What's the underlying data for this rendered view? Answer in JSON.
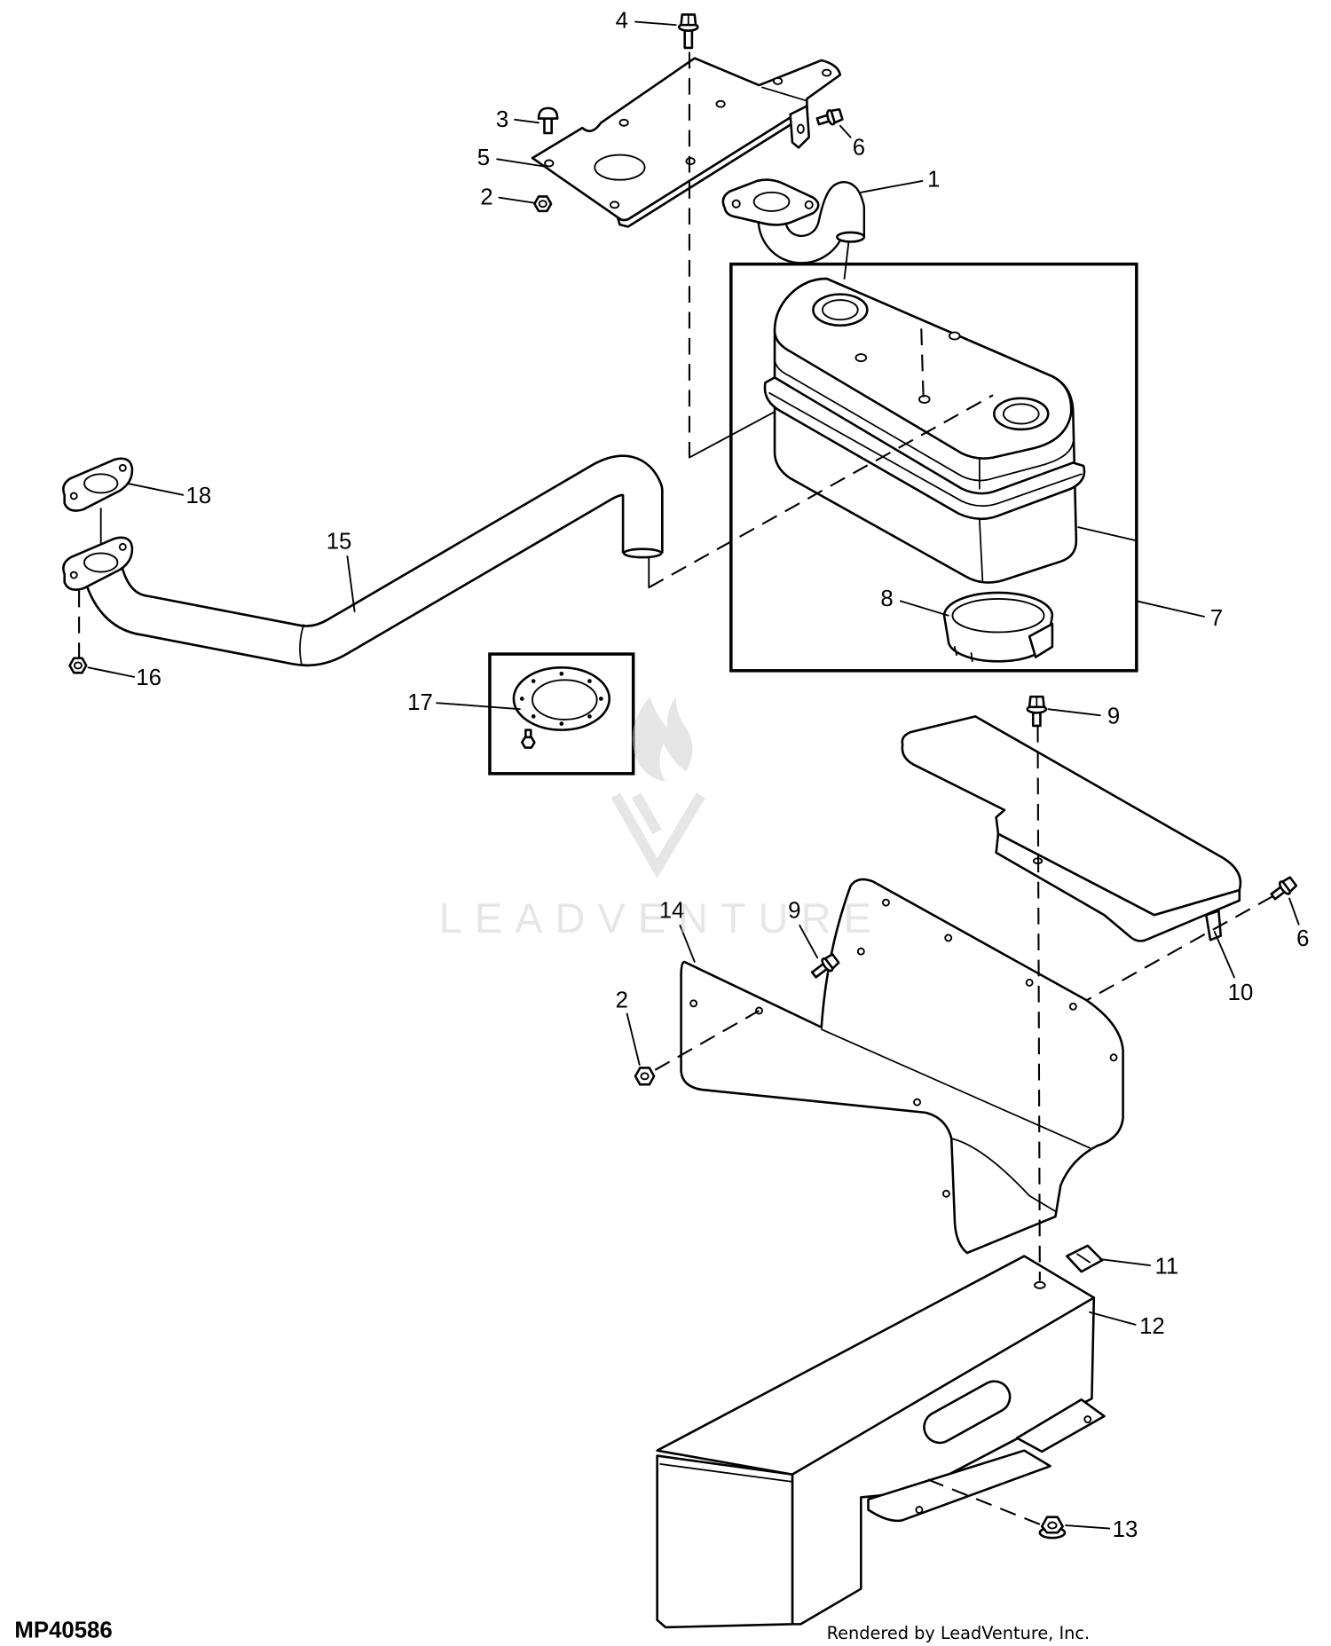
{
  "figure": {
    "id": "MP40586",
    "credit": "Rendered by LeadVenture, Inc.",
    "watermark": "LEADVENTURE"
  },
  "callouts": [
    "4",
    "3",
    "6",
    "5",
    "1",
    "2",
    "18",
    "15",
    "16",
    "17",
    "8",
    "7",
    "9",
    "14",
    "9",
    "2",
    "6",
    "10",
    "11",
    "12",
    "13"
  ]
}
